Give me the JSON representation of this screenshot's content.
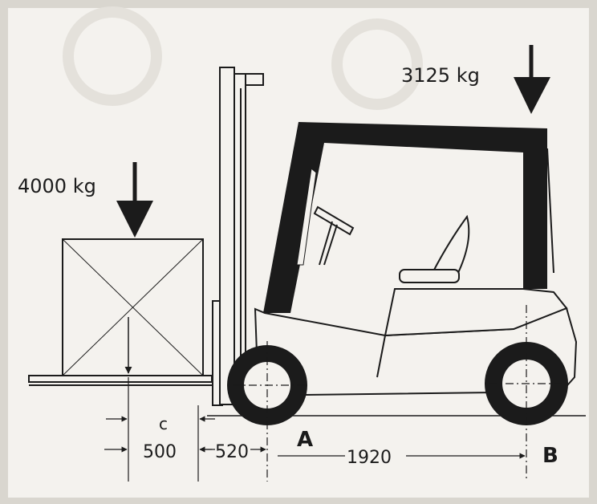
{
  "loads": {
    "front_load": "4000 kg",
    "rear_load": "3125 kg"
  },
  "points": {
    "front_axle": "A",
    "rear_axle": "B"
  },
  "dimensions": {
    "c_label": "c",
    "load_center": "500",
    "overhang": "520",
    "wheelbase": "1920"
  },
  "colors": {
    "paper": "#f4f2ee",
    "ink": "#1b1b1b",
    "background": "#d9d6cf"
  }
}
